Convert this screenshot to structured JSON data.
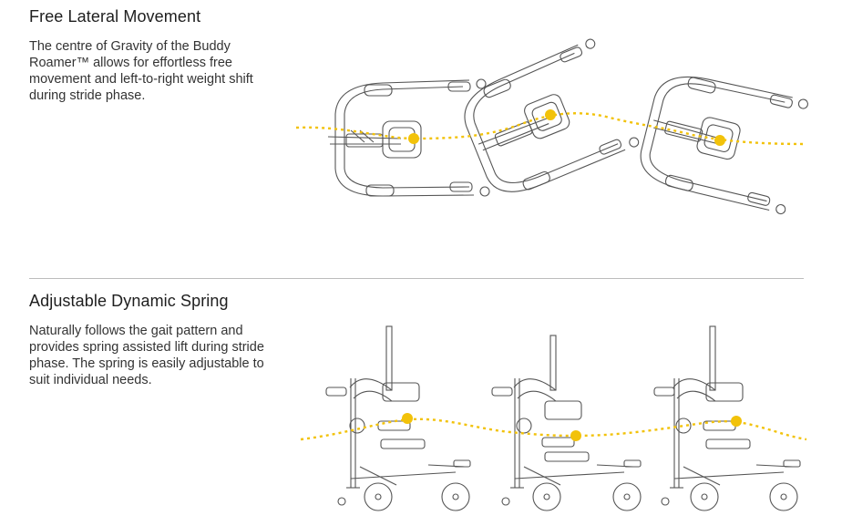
{
  "sections": [
    {
      "heading": "Free Lateral Movement",
      "body": "The centre of Gravity of the Buddy Roamer™ allows for effortless free movement and left-to-right weight shift during stride phase."
    },
    {
      "heading": "Adjustable Dynamic Spring",
      "body": "Naturally follows the gait pattern and provides spring assisted lift during stride phase. The spring is easily adjustable to suit individual needs."
    }
  ],
  "colors": {
    "accent": "#f2c20a",
    "line_art": "#555555",
    "divider": "#bcbcbc"
  },
  "illustrations": {
    "top": "walker-top-view-illustration",
    "bottom": "walker-side-view-illustration"
  }
}
